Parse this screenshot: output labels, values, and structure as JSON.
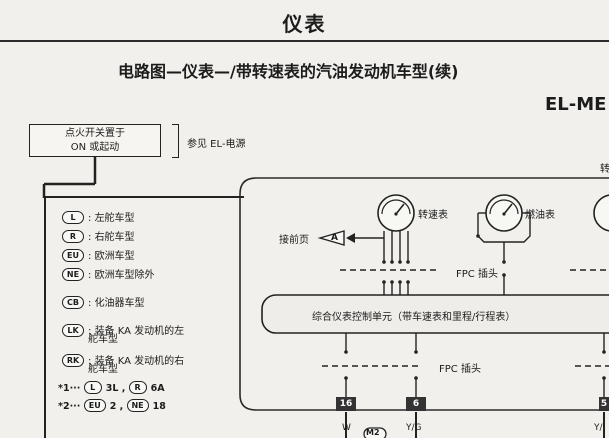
{
  "page": {
    "title": "仪表"
  },
  "diagram": {
    "title": "电路图—仪表—/带转速表的汽油发动机车型(续)",
    "code": "EL-ME"
  },
  "ignition": {
    "line1": "点火开关置于",
    "line2": "ON 或起动",
    "ref": "参见 EL-电源"
  },
  "legend": {
    "items": [
      {
        "badge": "L",
        "text": "左舵车型"
      },
      {
        "badge": "R",
        "text": "右舵车型"
      },
      {
        "badge": "EU",
        "text": "欧洲车型"
      },
      {
        "badge": "NE",
        "text": "欧洲车型除外"
      },
      {
        "badge": "CB",
        "text": "化油器车型"
      },
      {
        "badge": "LK",
        "text": "装备 KA 发动机的左",
        "text2": "舵车型"
      },
      {
        "badge": "RK",
        "text": "装备 KA 发动机的右",
        "text2": "舵车型"
      }
    ],
    "notes": [
      {
        "mark": "*1···",
        "a_badge": "L",
        "a_val": "3L",
        "b_badge": "R",
        "b_val": "6A"
      },
      {
        "mark": "*2···",
        "a_badge": "EU",
        "a_val": "2",
        "b_badge": "NE",
        "b_val": "18"
      }
    ]
  },
  "instruments": {
    "tachometer": "转速表",
    "fuel_gauge": "燃油表",
    "prev_page": "接前页",
    "prev_page_badge": "A",
    "fpc1": "FPC  插头",
    "control_unit": "综合仪表控制单元（带车速表和里程/行程表）",
    "fpc2": "FPC  插头",
    "conn1": "16",
    "conn2": "6",
    "conn3": "5",
    "wire1": "W",
    "wire2": "Y/G",
    "wire3": "Y/",
    "bottom_badge": "M2",
    "edge_mark": "转"
  }
}
